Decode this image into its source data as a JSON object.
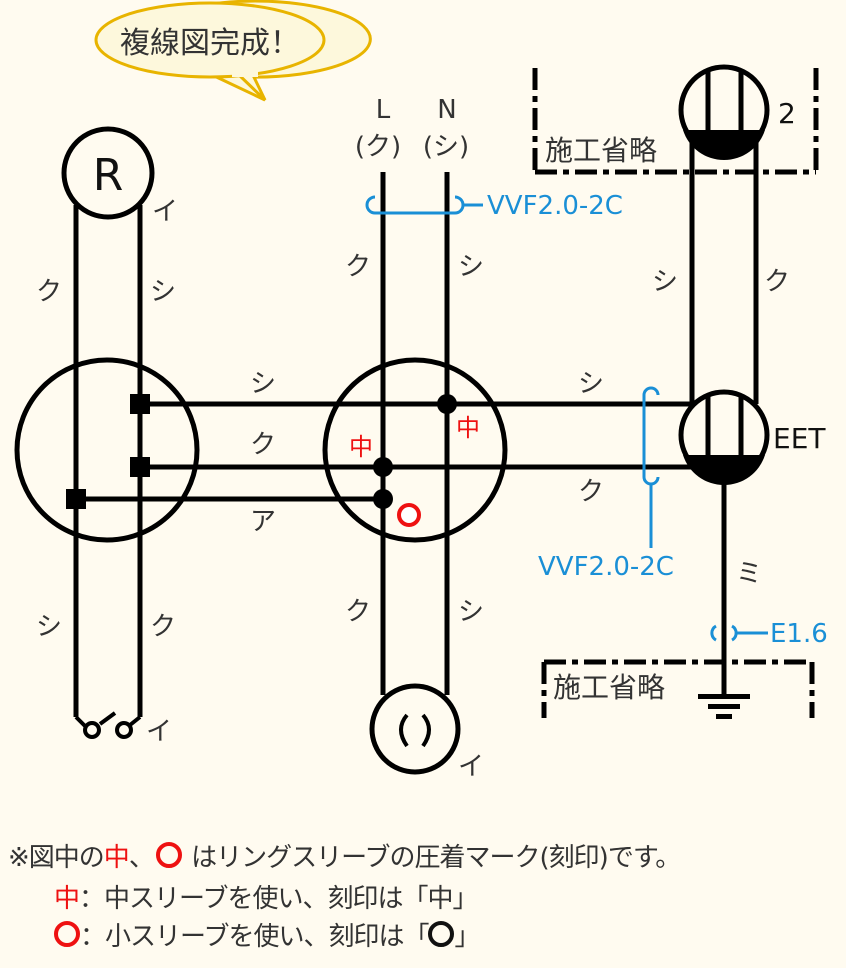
{
  "speech_bubble": {
    "text": "複線図完成！",
    "border_color": "#e8b400",
    "fill": "#fdf8dc"
  },
  "power_source": {
    "L_label": "L",
    "N_label": "N",
    "L_color": "(ク)",
    "N_color": "(シ)"
  },
  "cable_labels": {
    "source_cable": "VVF2.0-2C",
    "eet_cable": "VVF2.0-2C",
    "ground_cable": "E1.6"
  },
  "fixtures": {
    "receptacle_r": {
      "symbol": "R",
      "terminal_label": "イ"
    },
    "switch": {
      "terminal_label": "イ"
    },
    "lamp_receptacle": {
      "symbol": "( )",
      "terminal_label": "イ"
    },
    "outlet_2": {
      "count_label": "2"
    },
    "outlet_eet": {
      "label": "EET"
    }
  },
  "omitted_boxes": [
    {
      "label": "施工省略"
    },
    {
      "label": "施工省略"
    }
  ],
  "wire_labels": {
    "r_left": "ク",
    "r_right": "シ",
    "sw_left": "シ",
    "sw_right": "ク",
    "src_left": "ク",
    "src_right": "シ",
    "lamp_left": "ク",
    "lamp_right": "シ",
    "outlet_left": "シ",
    "outlet_right": "ク",
    "h_top_left": "シ",
    "h_mid_left": "ク",
    "h_bot_left": "ア",
    "h_top_right": "シ",
    "h_mid_right": "ク",
    "ground": "ミ"
  },
  "sleeve_marks": {
    "medium": "中",
    "small": "○",
    "mark_color": "#ee1111"
  },
  "note": {
    "prefix": "※図中の",
    "mid": "中",
    "sep": "、",
    "suffix": " はリングスリーブの圧着マーク(刻印)です。",
    "legend_medium_mark": "中",
    "legend_medium_text": "：中スリーブを使い、刻印は「中」",
    "legend_small_text_a": "：小スリーブを使い、刻印は「",
    "legend_small_text_b": "」"
  },
  "colors": {
    "background": "#fffbf0",
    "wire": "#000000",
    "cable_label": "#1a8fd6",
    "mark": "#ee1111"
  }
}
